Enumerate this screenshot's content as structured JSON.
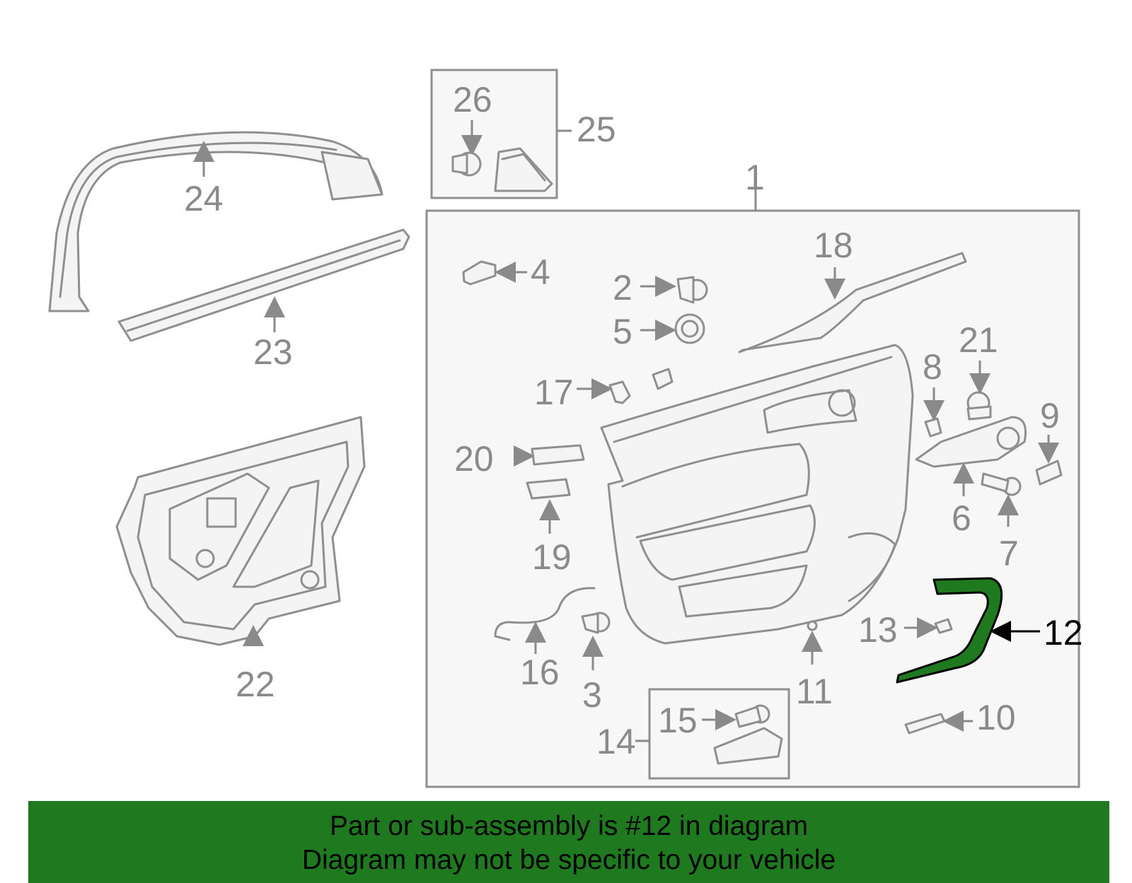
{
  "diagram": {
    "highlighted_part": "12",
    "highlight_color": "#1f7a1f",
    "callouts": [
      "1",
      "2",
      "3",
      "4",
      "5",
      "6",
      "7",
      "8",
      "9",
      "10",
      "11",
      "12",
      "13",
      "14",
      "15",
      "16",
      "17",
      "18",
      "19",
      "20",
      "21",
      "22",
      "23",
      "24",
      "25",
      "26"
    ]
  },
  "banner": {
    "line1": "Part or sub-assembly is #12 in diagram",
    "line2": "Diagram may not be specific to your vehicle",
    "background": "#1f7a1f"
  }
}
